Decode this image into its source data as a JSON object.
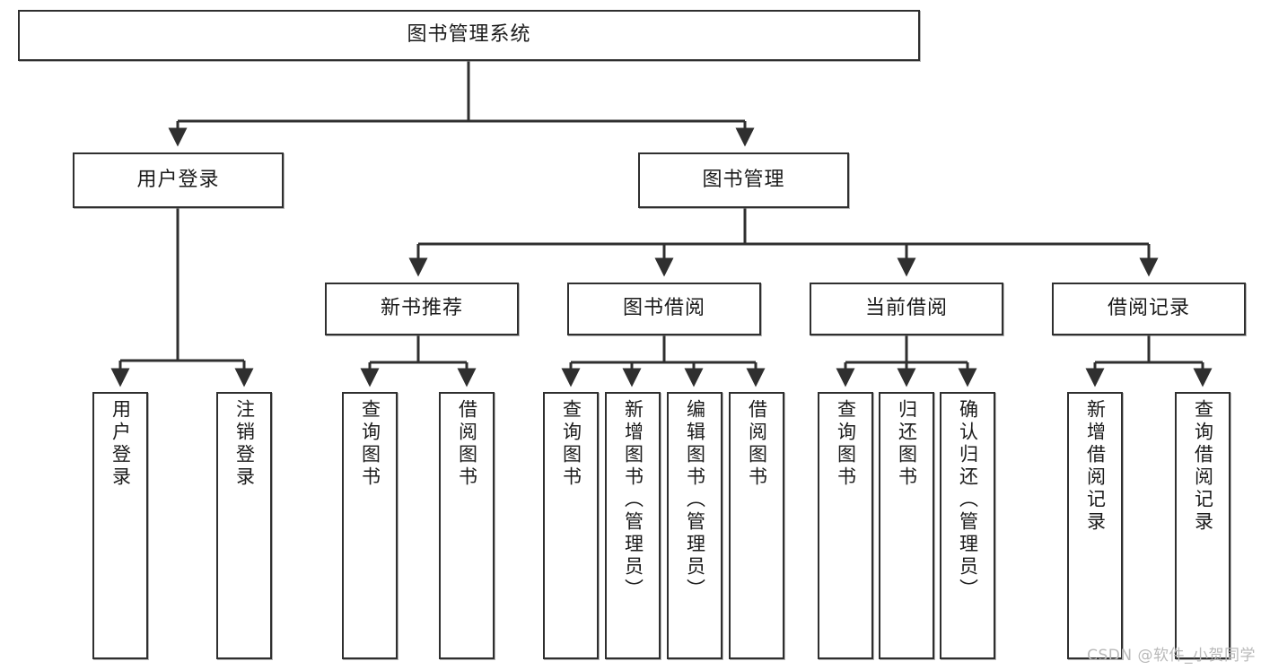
{
  "diagram": {
    "type": "tree-hierarchy",
    "title": "图书管理系统",
    "root": {
      "label": "图书管理系统"
    },
    "level2": [
      {
        "label": "用户登录"
      },
      {
        "label": "图书管理"
      }
    ],
    "level3": [
      {
        "label": "新书推荐"
      },
      {
        "label": "图书借阅"
      },
      {
        "label": "当前借阅"
      },
      {
        "label": "借阅记录"
      }
    ],
    "leaves_user_login": [
      {
        "label": "用户登录"
      },
      {
        "label": "注销登录"
      }
    ],
    "leaves_new_book": [
      {
        "label": "查询图书"
      },
      {
        "label": "借阅图书"
      }
    ],
    "leaves_borrow": [
      {
        "label": "查询图书"
      },
      {
        "label": "新增图书（管理员）"
      },
      {
        "label": "编辑图书（管理员）"
      },
      {
        "label": "借阅图书"
      }
    ],
    "leaves_current": [
      {
        "label": "查询图书"
      },
      {
        "label": "归还图书"
      },
      {
        "label": "确认归还（管理员）"
      }
    ],
    "leaves_records": [
      {
        "label": "新增借阅记录"
      },
      {
        "label": "查询借阅记录"
      }
    ]
  },
  "watermark": {
    "text": "CSDN @软件_小贺同学"
  },
  "colors": {
    "stroke": "#2f2f2f",
    "fill": "#ffffff",
    "text": "#1b1b1b",
    "watermark": "#b9b9b9"
  }
}
